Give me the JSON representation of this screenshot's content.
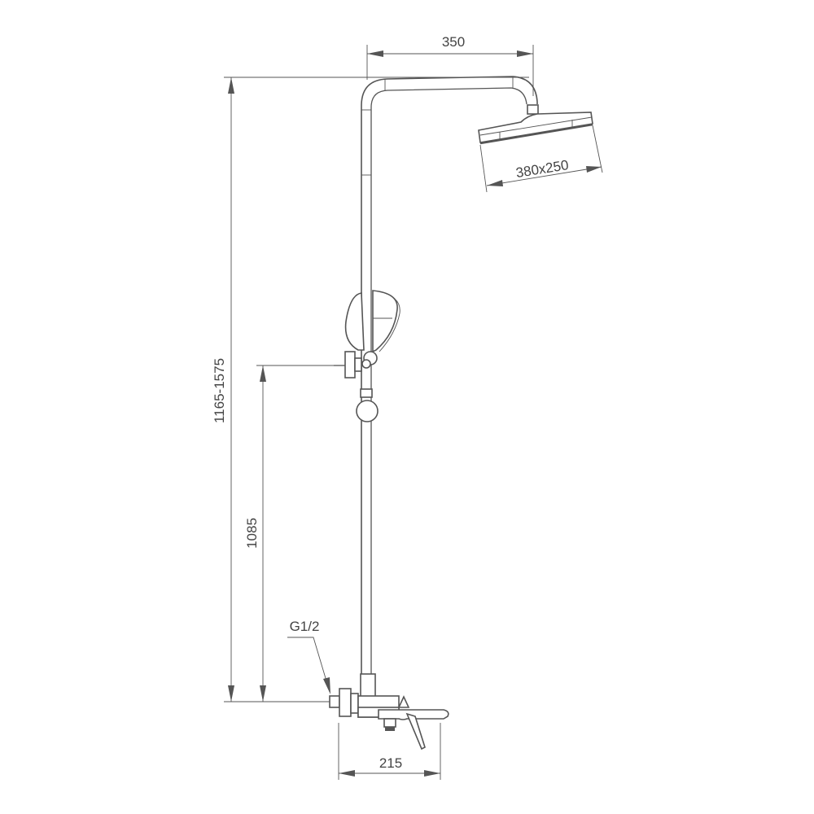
{
  "dimensions": {
    "arm_reach": "350",
    "height_range": "1165-1575",
    "holder_height": "1085",
    "inlet_thread": "G1/2",
    "head_size": "380x250",
    "mixer_width": "215"
  }
}
